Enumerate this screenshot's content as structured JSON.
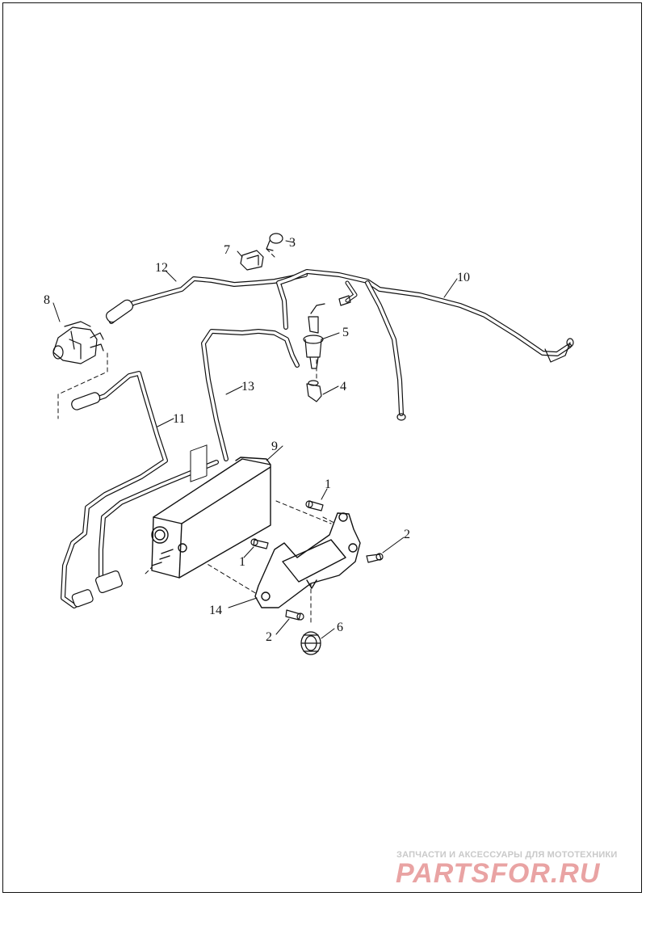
{
  "callouts": {
    "c1a": "1",
    "c1b": "1",
    "c2a": "2",
    "c2b": "2",
    "c3": "3",
    "c4": "4",
    "c5": "5",
    "c6": "6",
    "c7": "7",
    "c8": "8",
    "c9": "9",
    "c10": "10",
    "c11": "11",
    "c12": "12",
    "c13": "13",
    "c14": "14"
  },
  "watermark": {
    "tagline": "ЗАПЧАСТИ И АКСЕССУАРЫ ДЛЯ МОТОТЕХНИКИ",
    "logo_text": "PARTSFOR.RU",
    "colors": {
      "logo": "#e9a3a3",
      "tagline": "#c9c9c9"
    }
  }
}
